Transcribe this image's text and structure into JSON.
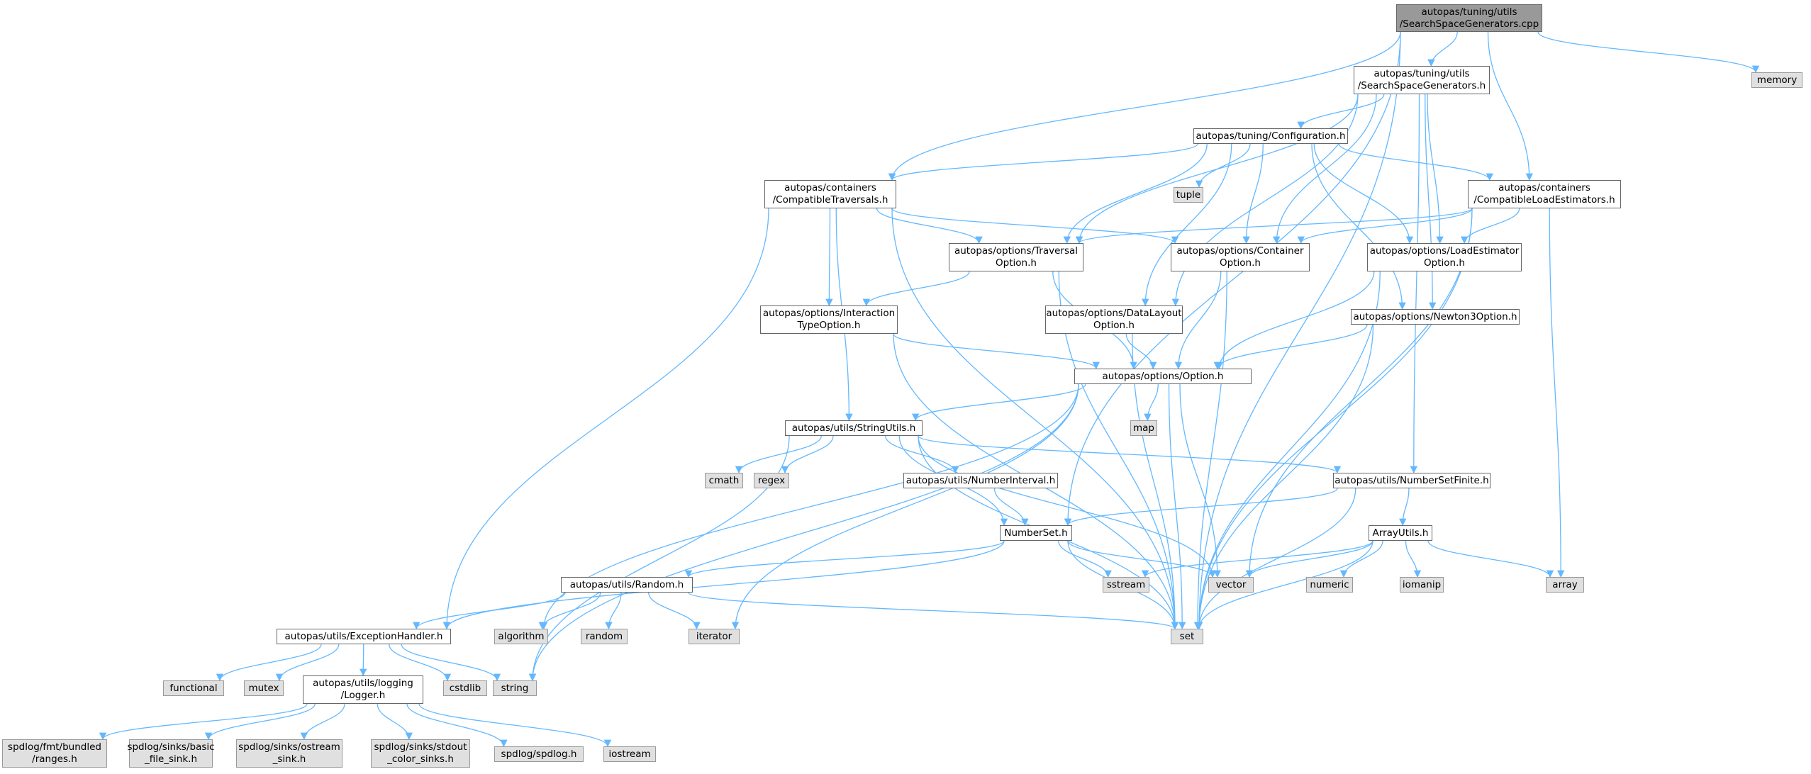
{
  "diagram": {
    "edge_color": "#63b8ff",
    "colors": {
      "root_fill": "#999999",
      "local_fill": "#ffffff",
      "system_fill": "#e0e0e0",
      "border": "#666666"
    },
    "nodes": [
      {
        "id": "root",
        "label": "autopas/tuning/utils\n/SearchSpaceGenerators.cpp",
        "kind": "root"
      },
      {
        "id": "ssg_h",
        "label": "autopas/tuning/utils\n/SearchSpaceGenerators.h",
        "kind": "local"
      },
      {
        "id": "memory",
        "label": "memory",
        "kind": "system"
      },
      {
        "id": "config",
        "label": "autopas/tuning/Configuration.h",
        "kind": "local"
      },
      {
        "id": "compat_trav",
        "label": "autopas/containers\n/CompatibleTraversals.h",
        "kind": "local"
      },
      {
        "id": "tuple",
        "label": "tuple",
        "kind": "system"
      },
      {
        "id": "compat_load",
        "label": "autopas/containers\n/CompatibleLoadEstimators.h",
        "kind": "local"
      },
      {
        "id": "trav_opt",
        "label": "autopas/options/Traversal\nOption.h",
        "kind": "local"
      },
      {
        "id": "cont_opt",
        "label": "autopas/options/Container\nOption.h",
        "kind": "local"
      },
      {
        "id": "load_opt",
        "label": "autopas/options/LoadEstimator\nOption.h",
        "kind": "local"
      },
      {
        "id": "inter_opt",
        "label": "autopas/options/Interaction\nTypeOption.h",
        "kind": "local"
      },
      {
        "id": "dl_opt",
        "label": "autopas/options/DataLayout\nOption.h",
        "kind": "local"
      },
      {
        "id": "n3_opt",
        "label": "autopas/options/Newton3Option.h",
        "kind": "local"
      },
      {
        "id": "option",
        "label": "autopas/options/Option.h",
        "kind": "local"
      },
      {
        "id": "map",
        "label": "map",
        "kind": "system"
      },
      {
        "id": "strutils",
        "label": "autopas/utils/StringUtils.h",
        "kind": "local"
      },
      {
        "id": "cmath",
        "label": "cmath",
        "kind": "system"
      },
      {
        "id": "regex",
        "label": "regex",
        "kind": "system"
      },
      {
        "id": "numint",
        "label": "autopas/utils/NumberInterval.h",
        "kind": "local"
      },
      {
        "id": "numsetfin",
        "label": "autopas/utils/NumberSetFinite.h",
        "kind": "local"
      },
      {
        "id": "numset",
        "label": "NumberSet.h",
        "kind": "local"
      },
      {
        "id": "arrayutils",
        "label": "ArrayUtils.h",
        "kind": "local"
      },
      {
        "id": "random_h",
        "label": "autopas/utils/Random.h",
        "kind": "local"
      },
      {
        "id": "sstream",
        "label": "sstream",
        "kind": "system"
      },
      {
        "id": "vector",
        "label": "vector",
        "kind": "system"
      },
      {
        "id": "numeric",
        "label": "numeric",
        "kind": "system"
      },
      {
        "id": "iomanip",
        "label": "iomanip",
        "kind": "system"
      },
      {
        "id": "array",
        "label": "array",
        "kind": "system"
      },
      {
        "id": "algorithm",
        "label": "algorithm",
        "kind": "system"
      },
      {
        "id": "random",
        "label": "random",
        "kind": "system"
      },
      {
        "id": "iterator",
        "label": "iterator",
        "kind": "system"
      },
      {
        "id": "set",
        "label": "set",
        "kind": "system"
      },
      {
        "id": "exc",
        "label": "autopas/utils/ExceptionHandler.h",
        "kind": "local"
      },
      {
        "id": "functional",
        "label": "functional",
        "kind": "system"
      },
      {
        "id": "mutex",
        "label": "mutex",
        "kind": "system"
      },
      {
        "id": "logger",
        "label": "autopas/utils/logging\n/Logger.h",
        "kind": "local"
      },
      {
        "id": "cstdlib",
        "label": "cstdlib",
        "kind": "system"
      },
      {
        "id": "string",
        "label": "string",
        "kind": "system"
      },
      {
        "id": "fmt_ranges",
        "label": "spdlog/fmt/bundled\n/ranges.h",
        "kind": "system"
      },
      {
        "id": "basic_sink",
        "label": "spdlog/sinks/basic\n_file_sink.h",
        "kind": "system"
      },
      {
        "id": "ostream_sink",
        "label": "spdlog/sinks/ostream\n_sink.h",
        "kind": "system"
      },
      {
        "id": "stdout_sink",
        "label": "spdlog/sinks/stdout\n_color_sinks.h",
        "kind": "system"
      },
      {
        "id": "spdlog",
        "label": "spdlog/spdlog.h",
        "kind": "system"
      },
      {
        "id": "iostream",
        "label": "iostream",
        "kind": "system"
      }
    ],
    "edges": [
      [
        "root",
        "ssg_h"
      ],
      [
        "root",
        "memory"
      ],
      [
        "root",
        "compat_trav"
      ],
      [
        "root",
        "compat_load"
      ],
      [
        "root",
        "numset"
      ],
      [
        "root",
        "set"
      ],
      [
        "ssg_h",
        "config"
      ],
      [
        "ssg_h",
        "trav_opt"
      ],
      [
        "ssg_h",
        "cont_opt"
      ],
      [
        "ssg_h",
        "load_opt"
      ],
      [
        "ssg_h",
        "dl_opt"
      ],
      [
        "ssg_h",
        "n3_opt"
      ],
      [
        "ssg_h",
        "numsetfin"
      ],
      [
        "config",
        "compat_trav"
      ],
      [
        "config",
        "tuple"
      ],
      [
        "config",
        "compat_load"
      ],
      [
        "config",
        "trav_opt"
      ],
      [
        "config",
        "cont_opt"
      ],
      [
        "config",
        "load_opt"
      ],
      [
        "config",
        "dl_opt"
      ],
      [
        "config",
        "n3_opt"
      ],
      [
        "compat_trav",
        "trav_opt"
      ],
      [
        "compat_trav",
        "cont_opt"
      ],
      [
        "compat_trav",
        "inter_opt"
      ],
      [
        "compat_trav",
        "strutils"
      ],
      [
        "compat_trav",
        "exc"
      ],
      [
        "compat_trav",
        "set"
      ],
      [
        "compat_load",
        "trav_opt"
      ],
      [
        "compat_load",
        "cont_opt"
      ],
      [
        "compat_load",
        "load_opt"
      ],
      [
        "compat_load",
        "vector"
      ],
      [
        "compat_load",
        "array"
      ],
      [
        "compat_load",
        "set"
      ],
      [
        "trav_opt",
        "inter_opt"
      ],
      [
        "trav_opt",
        "option"
      ],
      [
        "trav_opt",
        "set"
      ],
      [
        "cont_opt",
        "option"
      ],
      [
        "cont_opt",
        "set"
      ],
      [
        "load_opt",
        "option"
      ],
      [
        "load_opt",
        "set"
      ],
      [
        "inter_opt",
        "option"
      ],
      [
        "inter_opt",
        "set"
      ],
      [
        "dl_opt",
        "option"
      ],
      [
        "dl_opt",
        "set"
      ],
      [
        "n3_opt",
        "option"
      ],
      [
        "n3_opt",
        "set"
      ],
      [
        "option",
        "map"
      ],
      [
        "option",
        "strutils"
      ],
      [
        "option",
        "vector"
      ],
      [
        "option",
        "set"
      ],
      [
        "option",
        "algorithm"
      ],
      [
        "option",
        "iterator"
      ],
      [
        "option",
        "string"
      ],
      [
        "strutils",
        "cmath"
      ],
      [
        "strutils",
        "regex"
      ],
      [
        "strutils",
        "numint"
      ],
      [
        "strutils",
        "numsetfin"
      ],
      [
        "strutils",
        "numset"
      ],
      [
        "strutils",
        "vector"
      ],
      [
        "strutils",
        "set"
      ],
      [
        "strutils",
        "string"
      ],
      [
        "numint",
        "numset"
      ],
      [
        "numsetfin",
        "numset"
      ],
      [
        "numsetfin",
        "arrayutils"
      ],
      [
        "numsetfin",
        "set"
      ],
      [
        "numset",
        "random_h"
      ],
      [
        "numset",
        "sstream"
      ],
      [
        "numset",
        "vector"
      ],
      [
        "numset",
        "set"
      ],
      [
        "numset",
        "exc"
      ],
      [
        "arrayutils",
        "sstream"
      ],
      [
        "arrayutils",
        "vector"
      ],
      [
        "arrayutils",
        "numeric"
      ],
      [
        "arrayutils",
        "iomanip"
      ],
      [
        "arrayutils",
        "array"
      ],
      [
        "arrayutils",
        "set"
      ],
      [
        "random_h",
        "algorithm"
      ],
      [
        "random_h",
        "random"
      ],
      [
        "random_h",
        "iterator"
      ],
      [
        "random_h",
        "set"
      ],
      [
        "random_h",
        "exc"
      ],
      [
        "exc",
        "functional"
      ],
      [
        "exc",
        "mutex"
      ],
      [
        "exc",
        "logger"
      ],
      [
        "exc",
        "cstdlib"
      ],
      [
        "exc",
        "string"
      ],
      [
        "logger",
        "fmt_ranges"
      ],
      [
        "logger",
        "basic_sink"
      ],
      [
        "logger",
        "ostream_sink"
      ],
      [
        "logger",
        "stdout_sink"
      ],
      [
        "logger",
        "spdlog"
      ],
      [
        "logger",
        "iostream"
      ]
    ]
  }
}
